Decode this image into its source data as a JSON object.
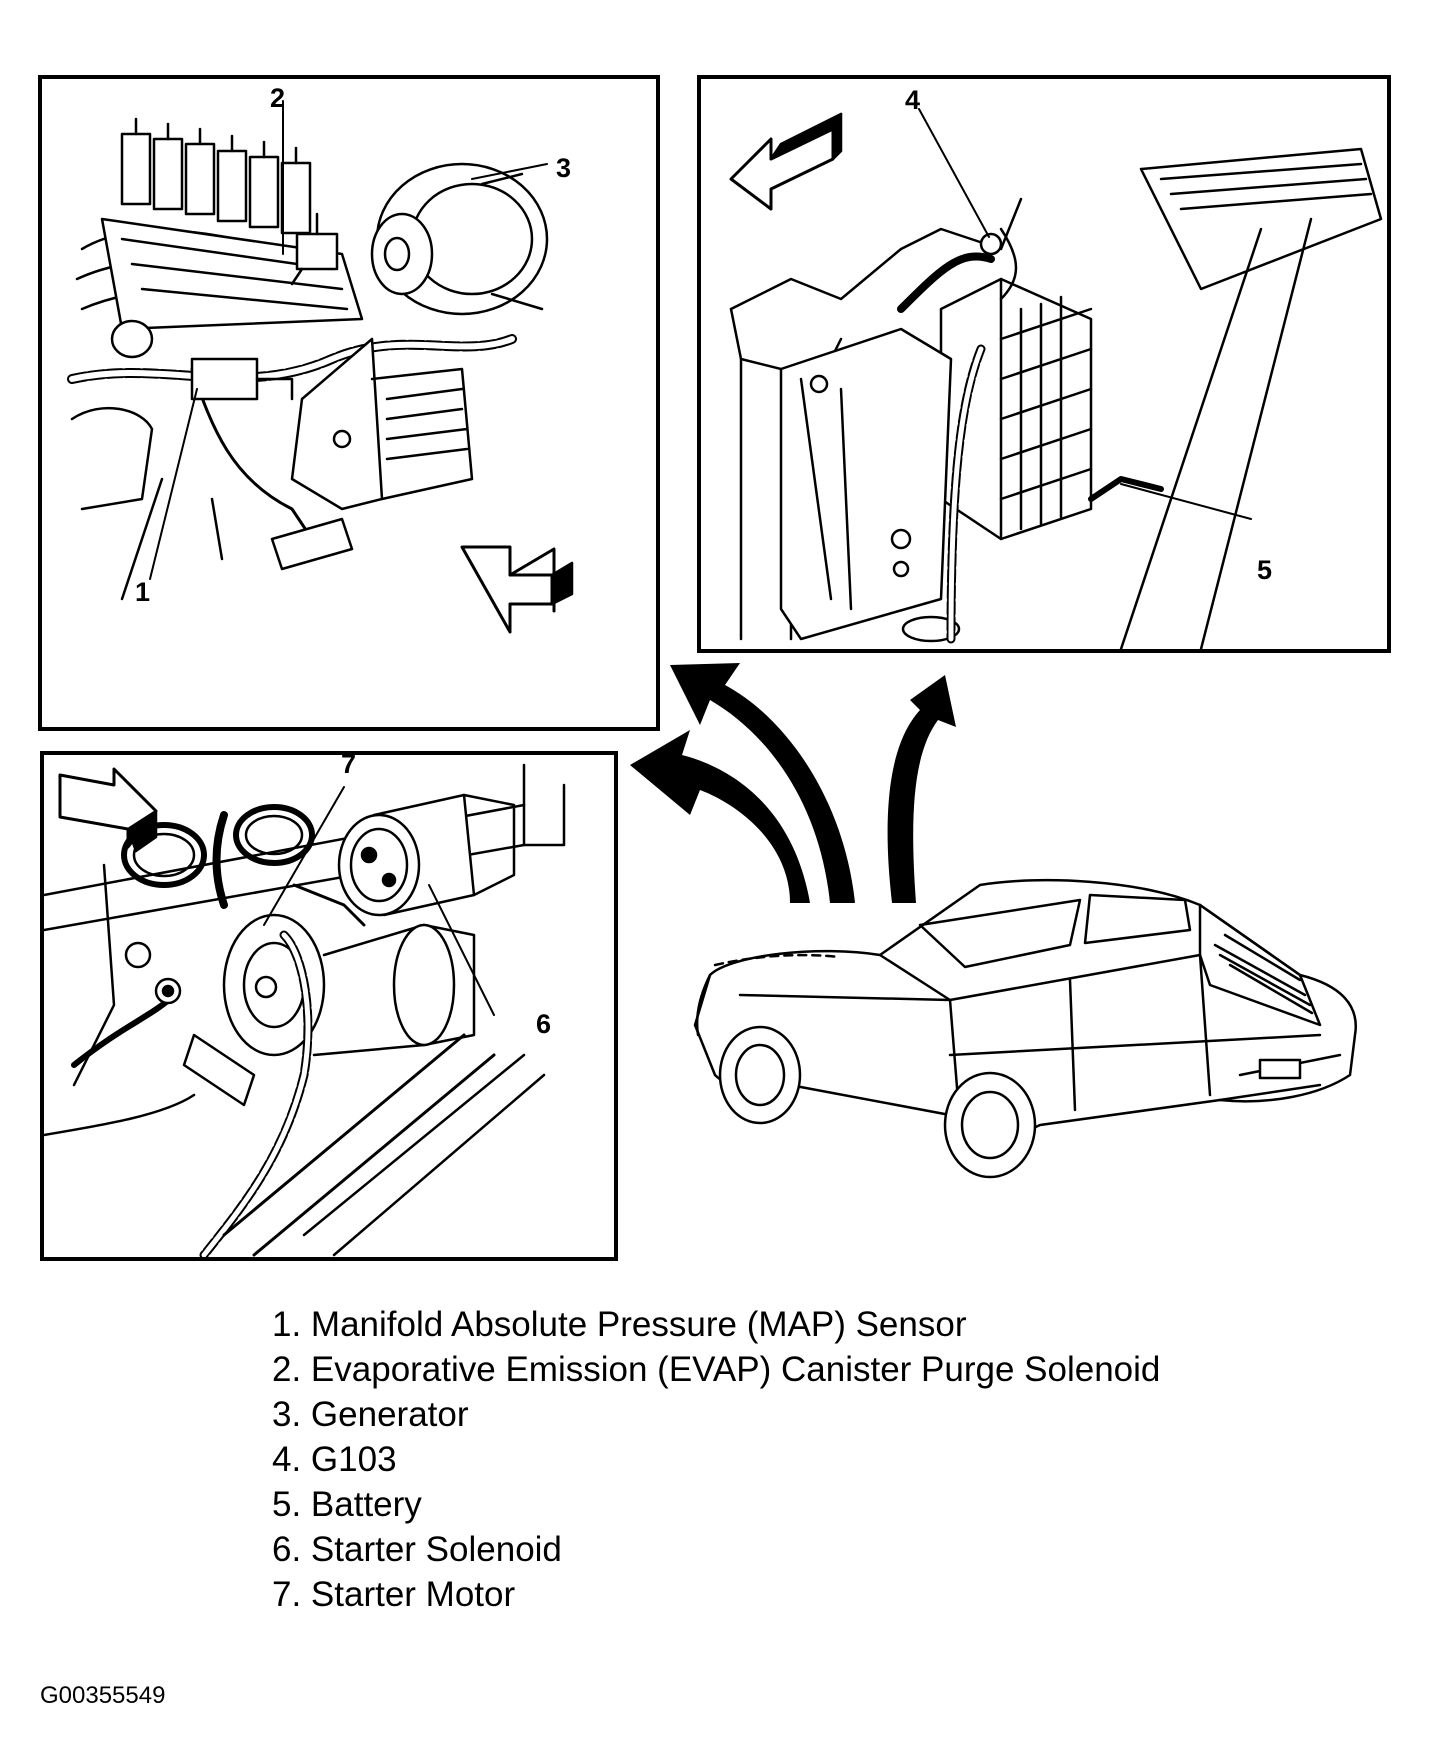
{
  "callouts": {
    "c1": "1",
    "c2": "2",
    "c3": "3",
    "c4": "4",
    "c5": "5",
    "c6": "6",
    "c7": "7"
  },
  "legend": {
    "items": [
      "1. Manifold Absolute Pressure (MAP) Sensor",
      "2. Evaporative Emission (EVAP) Canister Purge Solenoid",
      "3. Generator",
      "4. G103",
      "5. Battery",
      "6. Starter Solenoid",
      "7. Starter Motor"
    ]
  },
  "figure_code": "G00355549",
  "icons": {
    "direction": "forward-direction-arrow-icon",
    "callout_arrow": "location-pointer-arrow-icon",
    "vehicle": "sedan-vehicle-icon"
  }
}
